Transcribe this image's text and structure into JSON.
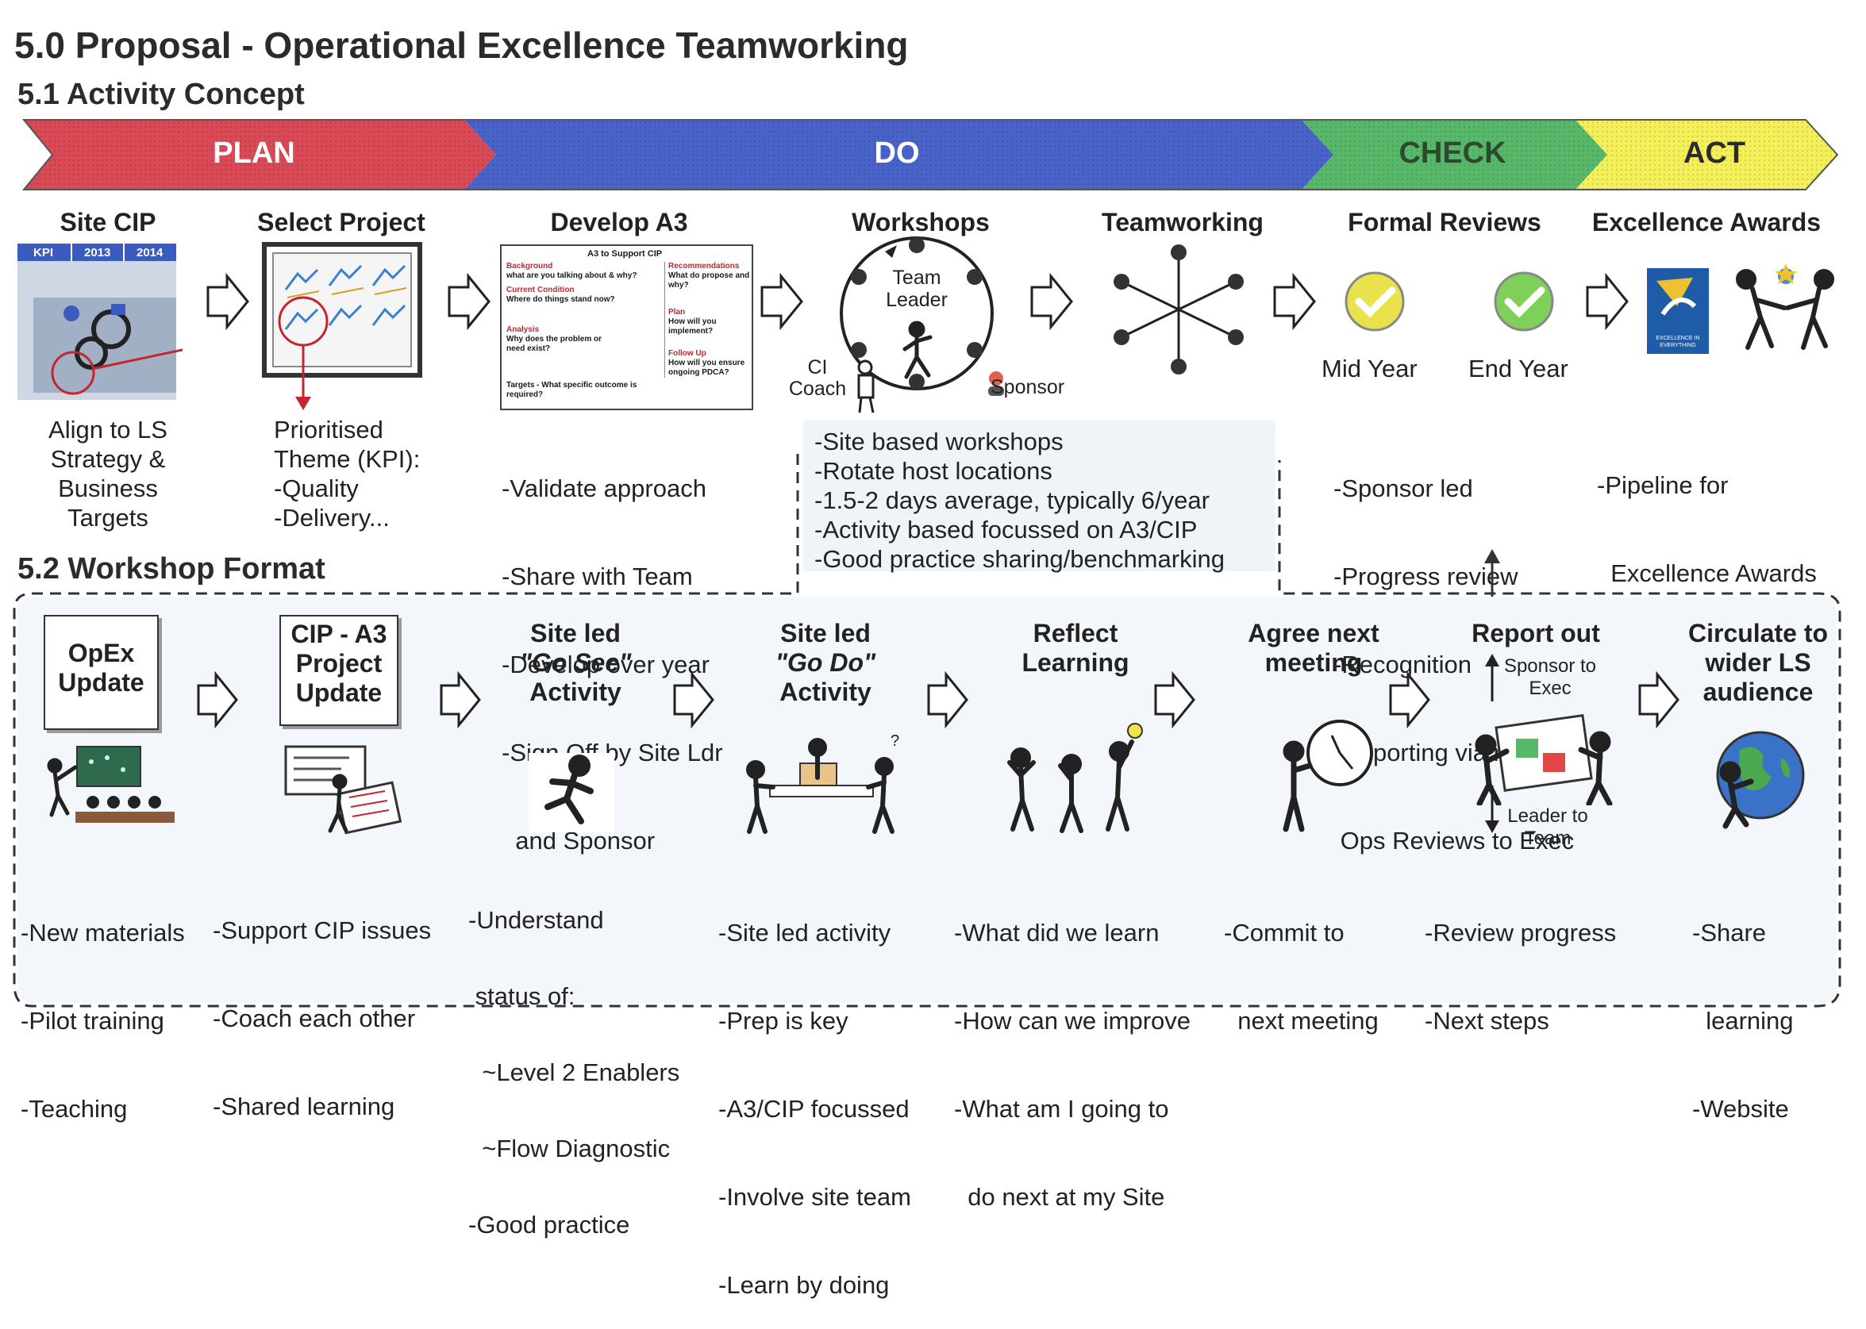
{
  "title": "5.0 Proposal - Operational Excellence Teamworking",
  "section1": "5.1 Activity Concept",
  "section2": "5.2 Workshop Format",
  "phases": [
    {
      "label": "PLAN",
      "color": "#d94a56",
      "text_color": "#ffffff"
    },
    {
      "label": "DO",
      "color": "#4a63c8",
      "text_color": "#ffffff"
    },
    {
      "label": "CHECK",
      "color": "#58b86a",
      "text_color": "#2b4a2e"
    },
    {
      "label": "ACT",
      "color": "#f4f05a",
      "text_color": "#2b2b2b"
    }
  ],
  "concept_steps": [
    {
      "title": "Site CIP",
      "lines": [
        "Align to LS",
        "Strategy &",
        "Business",
        "Targets"
      ]
    },
    {
      "title": "Select Project",
      "lines": [
        "Prioritised",
        "Theme (KPI):",
        "-Quality",
        "-Delivery..."
      ]
    },
    {
      "title": "Develop A3",
      "lines": [
        "-Validate approach",
        "-Share with Team",
        "-Develop over year",
        "-Sign Off by Site Ldr",
        "  and Sponsor"
      ]
    },
    {
      "title": "Workshops",
      "lines": []
    },
    {
      "title": "Teamworking",
      "lines": []
    },
    {
      "title": "Formal Reviews",
      "lines": [
        "-Sponsor led",
        "-Progress review",
        "-Recognition",
        "-Reporting via regular",
        " Ops Reviews to Exec"
      ]
    },
    {
      "title": "Excellence Awards",
      "lines": [
        "-Pipeline for",
        "  Excellence Awards"
      ]
    }
  ],
  "workshops_box": [
    "-Site based workshops",
    "-Rotate host locations",
    "-1.5-2 days average, typically 6/year",
    "-Activity based focussed on A3/CIP",
    "-Good practice sharing/benchmarking"
  ],
  "workshop_labels": {
    "team_leader": "Team Leader",
    "ci_coach": "CI Coach",
    "sponsor": "Sponsor"
  },
  "reviews_labels": {
    "mid": "Mid Year",
    "end": "End Year"
  },
  "kpi_table": [
    "KPI",
    "2013",
    "2014"
  ],
  "a3_doc": {
    "title": "A3 to Support CIP",
    "left": [
      "Background",
      "what are you talking about & why?",
      "Current Condition",
      "Where do things stand now?",
      "Analysis",
      "Why does the problem or need exist?",
      "Targets - What specific outcome is required?"
    ],
    "right": [
      "Recommendations",
      "What do propose and why?",
      "Plan",
      "How will you implement?",
      "Follow Up",
      "How will you ensure ongoing PDCA?"
    ]
  },
  "awards_badge": "EXCELLENCE IN EVERYTHING",
  "format_steps": [
    {
      "title": [
        "OpEx",
        "Update"
      ],
      "doc": true,
      "lines": [
        "-New materials",
        "-Pilot training",
        "-Teaching"
      ]
    },
    {
      "title": [
        "CIP - A3",
        "Project",
        "Update"
      ],
      "doc": true,
      "lines": [
        "-Support CIP issues",
        "-Coach each other",
        "-Shared learning"
      ]
    },
    {
      "title": [
        "Site led",
        "\"Go See\"",
        "Activity"
      ],
      "lines": [
        "-Understand",
        " status of:",
        "  ~Level 2 Enablers",
        "  ~Flow Diagnostic",
        "-Good practice"
      ]
    },
    {
      "title": [
        "Site led",
        "\"Go Do\"",
        "Activity"
      ],
      "lines": [
        "-Site led activity",
        "-Prep is key",
        "-A3/CIP focussed",
        "-Involve site team",
        "-Learn by doing"
      ]
    },
    {
      "title": [
        "Reflect",
        "Learning"
      ],
      "lines": [
        "-What did we learn",
        "-How can we improve",
        "-What am I going to",
        "  do next at my Site"
      ]
    },
    {
      "title": [
        "Agree next",
        "meeting"
      ],
      "lines": [
        "-Commit to",
        "  next meeting"
      ]
    },
    {
      "title": [
        "Report out"
      ],
      "lines": [
        "-Review progress",
        "-Next steps"
      ]
    },
    {
      "title": [
        "Circulate to",
        "wider LS",
        "audience"
      ],
      "lines": [
        "-Share",
        "  learning",
        "-Website"
      ]
    }
  ],
  "report_labels": {
    "up": "Sponsor to Exec",
    "down": "Leader to Team"
  }
}
